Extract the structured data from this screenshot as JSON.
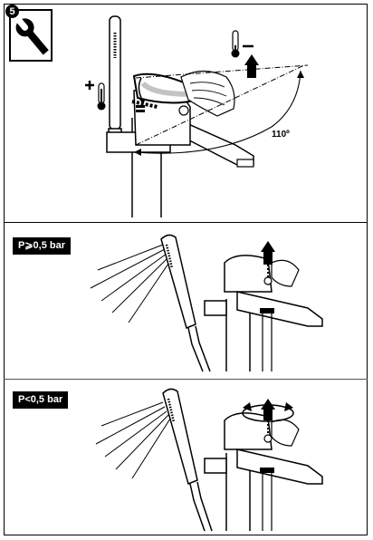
{
  "step": {
    "number": "5"
  },
  "panel1": {
    "angle_label": "110º",
    "icons": [
      "wrench-icon",
      "thermometer-hot-icon",
      "thermometer-cold-icon"
    ]
  },
  "panel2": {
    "pressure_label": "P⩾0,5 bar"
  },
  "panel3": {
    "pressure_label": "P<0,5 bar"
  }
}
